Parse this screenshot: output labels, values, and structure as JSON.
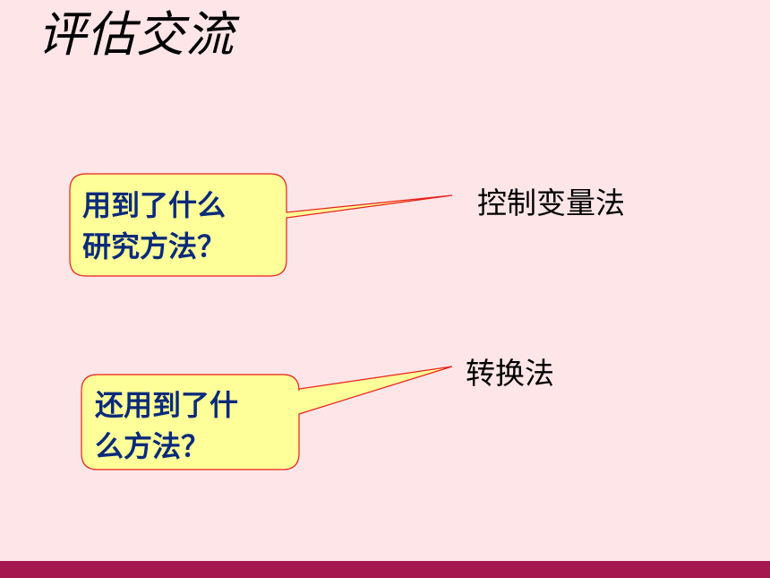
{
  "slide": {
    "title": "评估交流",
    "callout_1": {
      "line_1": "用到了什么",
      "line_2": "研究方法？"
    },
    "callout_2": {
      "line_1": "还用到了什",
      "line_2": "么方法？"
    },
    "answer_1": "控制变量法",
    "answer_2": "转换法"
  },
  "colors": {
    "background": "#fde5e8",
    "callout_fill": "#ffff99",
    "callout_border": "#e8201a",
    "callout_text": "#0a2a7a",
    "footer_bar": "#a5174f"
  }
}
